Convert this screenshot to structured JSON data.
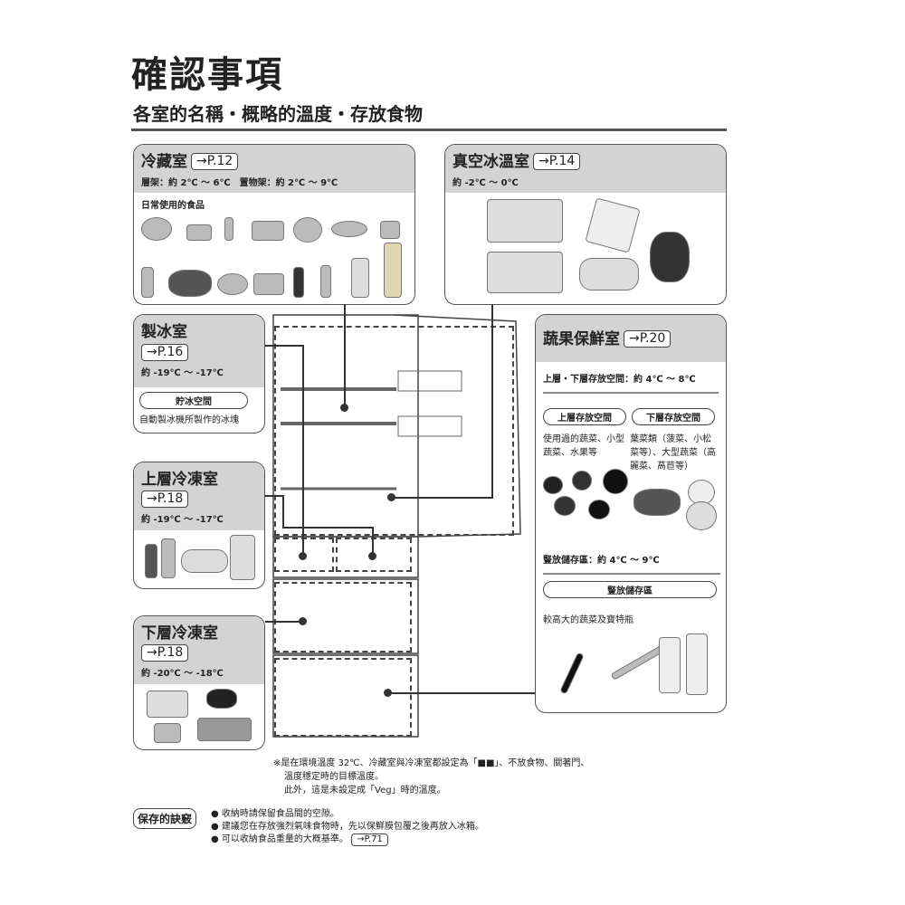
{
  "title": "確認事項",
  "subtitle": "各室的名稱・概略的溫度・存放食物",
  "fridge": {
    "name": "冷藏室",
    "page": "→P.12",
    "temp": "層架：約 2℃ ～ 6℃　置物架：約 2℃ ～ 9℃",
    "label": "日常使用的食品"
  },
  "chilled": {
    "name": "真空冰溫室",
    "page": "→P.14",
    "temp": "約 -2℃ ～ 0℃"
  },
  "ice": {
    "name": "製冰室",
    "page": "→P.16",
    "temp": "約 -19℃ ～ -17℃",
    "pill": "貯冰空間",
    "desc": "自動製冰機所製作的冰塊"
  },
  "upper_freezer": {
    "name": "上層冷凍室",
    "page": "→P.18",
    "temp": "約 -19℃ ～ -17℃"
  },
  "lower_freezer": {
    "name": "下層冷凍室",
    "page": "→P.18",
    "temp": "約 -20℃ ～ -18℃"
  },
  "veg": {
    "name": "蔬果保鮮室",
    "page": "→P.20",
    "temp": "上層・下層存放空間：約 4℃ ～ 8℃",
    "upper_pill": "上層存放空間",
    "lower_pill": "下層存放空間",
    "upper_desc": "使用過的蔬菜、小型蔬菜、水果等",
    "lower_desc": "葉菜類（菠菜、小松菜等）、大型蔬菜（高麗菜、萵苣等）",
    "vertical_temp": "豎放儲存區：約 4℃ ～ 9℃",
    "vertical_pill": "豎放儲存區",
    "vertical_desc": "較高大的蔬菜及寶特瓶"
  },
  "notes": [
    "※是在環境溫度 32℃、冷藏室與冷凍室都設定為「■■」、不放食物、關著門、",
    "溫度穩定時的目標溫度。",
    "此外，這是未設定成「Veg」時的溫度。"
  ],
  "tips": {
    "label": "保存的訣竅",
    "items": [
      "收納時請保留食品間的空隙。",
      "建議您在存放強烈氣味食物時，先以保鮮膜包覆之後再放入冰箱。",
      "可以收納食品重量的大概基準。"
    ],
    "page": "→P.71"
  }
}
